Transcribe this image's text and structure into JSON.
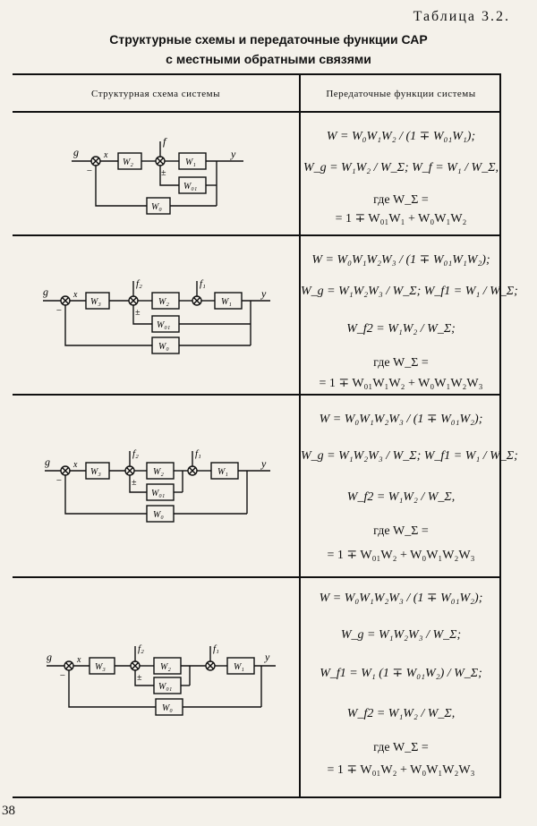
{
  "header": {
    "table_number": "Таблица 3.2.",
    "title_line1": "Структурные схемы и передаточные функции САР",
    "title_line2": "с местными обратными связями"
  },
  "columns": {
    "left": "Структурная схема системы",
    "right": "Передаточные функции системы"
  },
  "rows": [
    {
      "formulas": [
        "W = W₀W₁W₂ / (1 ∓ W₀₁W₁);",
        "W_g = W₁W₂ / W_Σ;   W_f = W₁ / W_Σ,",
        "где  W_Σ =",
        "= 1 ∓ W₀₁W₁ + W₀W₁W₂"
      ],
      "blocks": {
        "b1": "W₂",
        "b2": "W₁",
        "b3": "W₀₁",
        "b4": "W₀"
      },
      "signals": {
        "g": "g",
        "x": "x",
        "f": "f",
        "y": "y",
        "minus": "−",
        "pm": "±"
      }
    },
    {
      "formulas": [
        "W = W₀W₁W₂W₃ / (1 ∓ W₀₁W₁W₂);",
        "W_g = W₁W₂W₃ / W_Σ;  W_f1 = W₁ / W_Σ;",
        "W_f2 = W₁W₂ / W_Σ;",
        "где  W_Σ =",
        "= 1 ∓ W₀₁W₁W₂ + W₀W₁W₂W₃"
      ],
      "blocks": {
        "b1": "W₃",
        "b2": "W₂",
        "b3": "W₁",
        "b4": "W₀₁",
        "b5": "W₀"
      },
      "signals": {
        "g": "g",
        "x": "x",
        "f1": "f₁",
        "f2": "f₂",
        "y": "y",
        "minus": "−",
        "pm": "±"
      }
    },
    {
      "formulas": [
        "W = W₀W₁W₂W₃ / (1 ∓ W₀₁W₂);",
        "W_g = W₁W₂W₃ / W_Σ;  W_f1 = W₁ / W_Σ;",
        "W_f2 = W₁W₂ / W_Σ,",
        "где  W_Σ =",
        "= 1 ∓ W₀₁W₂ + W₀W₁W₂W₃"
      ],
      "blocks": {
        "b1": "W₃",
        "b2": "W₂",
        "b3": "W₁",
        "b4": "W₀₁",
        "b5": "W₀"
      },
      "signals": {
        "g": "g",
        "x": "x",
        "f1": "f₁",
        "f2": "f₂",
        "y": "y",
        "minus": "−",
        "pm": "±"
      }
    },
    {
      "formulas": [
        "W = W₀W₁W₂W₃ / (1 ∓ W₀₁W₂);",
        "W_g = W₁W₂W₃ / W_Σ;",
        "W_f1 = W₁ (1 ∓ W₀₁W₂) / W_Σ;",
        "W_f2 = W₁W₂ / W_Σ,",
        "где  W_Σ =",
        "= 1 ∓ W₀₁W₂ + W₀W₁W₂W₃"
      ],
      "blocks": {
        "b1": "W₃",
        "b2": "W₂",
        "b3": "W₁",
        "b4": "W₀₁",
        "b5": "W₀"
      },
      "signals": {
        "g": "g",
        "x": "x",
        "f1": "f₁",
        "f2": "f₂",
        "y": "y",
        "minus": "−",
        "pm": "±"
      }
    }
  ],
  "page_number": "38"
}
